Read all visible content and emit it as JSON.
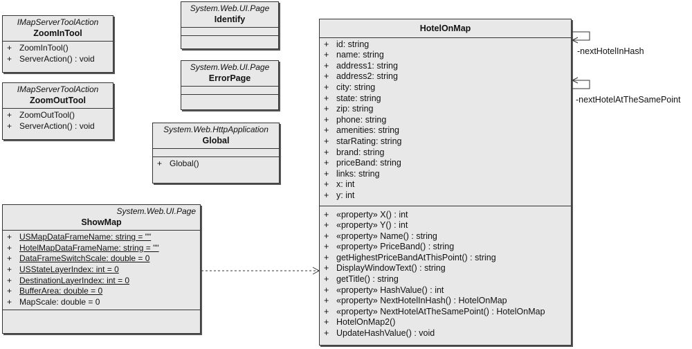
{
  "zoomin": {
    "stereotype": "IMapServerToolAction",
    "name": "ZoomInTool",
    "methods": [
      "ZoomInTool()",
      "ServerAction() : void"
    ]
  },
  "zoomout": {
    "stereotype": "IMapServerToolAction",
    "name": "ZoomOutTool",
    "methods": [
      "ZoomOutTool()",
      "ServerAction() : void"
    ]
  },
  "identify": {
    "stereotype": "System.Web.UI.Page",
    "name": "Identify"
  },
  "errorpage": {
    "stereotype": "System.Web.UI.Page",
    "name": "ErrorPage"
  },
  "global": {
    "stereotype": "System.Web.HttpApplication",
    "name": "Global",
    "methods": [
      "Global()"
    ]
  },
  "showmap": {
    "stereotype": "System.Web.UI.Page",
    "name": "ShowMap",
    "attributes": [
      "USMapDataFrameName:  string = \"\"",
      "HotelMapDataFrameName:  string = \"\"",
      "DataFrameSwitchScale:  double = 0",
      "USStateLayerIndex:  int = 0",
      "DestinationLayerIndex:  int = 0",
      "BufferArea:  double = 0",
      "MapScale:  double = 0"
    ]
  },
  "hotelonmap": {
    "name": "HotelOnMap",
    "attributes": [
      "id:  string",
      "name:  string",
      "address1:  string",
      "address2:  string",
      "city:  string",
      "state:  string",
      "zip:  string",
      "phone:  string",
      "amenities:  string",
      "starRating:  string",
      "brand:  string",
      "priceBand:  string",
      "links:  string",
      "x:  int",
      "y:  int"
    ],
    "methods": [
      "«property» X() : int",
      "«property» Y() : int",
      "«property» Name() : string",
      "«property» PriceBand() : string",
      "getHighestPriceBandAtThisPoint() : string",
      "DisplayWindowText() : string",
      "getTitle() : string",
      "«property» HashValue() : int",
      "«property» NextHotelInHash() : HotelOnMap",
      "«property» NextHotelAtTheSamePoint() : HotelOnMap",
      "HotelOnMap2()",
      "UpdateHashValue() : void"
    ]
  },
  "associations": {
    "next_in_hash": "-nextHotelInHash",
    "next_same_point": "-nextHotelAtTheSamePoint"
  },
  "visibility_symbol": "+"
}
